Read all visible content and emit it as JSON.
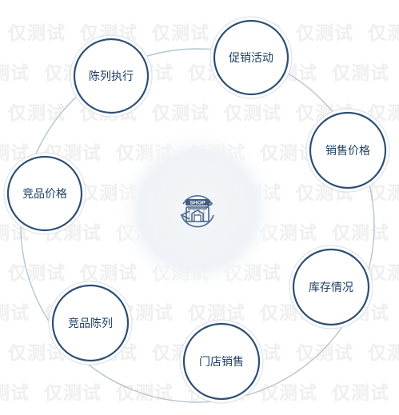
{
  "watermark": {
    "text": "仅测试"
  },
  "diagram": {
    "center_icon": {
      "name": "shop-cycle-icon",
      "text": "SHOP"
    },
    "nodes": [
      {
        "label": "促销活动"
      },
      {
        "label": "销售价格"
      },
      {
        "label": "库存情况"
      },
      {
        "label": "门店销售"
      },
      {
        "label": "竞品陈列"
      },
      {
        "label": "竞品价格"
      },
      {
        "label": "陈列执行"
      }
    ]
  },
  "colors": {
    "node_border": "#2f4f73",
    "ring_line": "#b7c4d2",
    "label_text": "#1f3f64",
    "center_glow": "#eef2f6"
  }
}
